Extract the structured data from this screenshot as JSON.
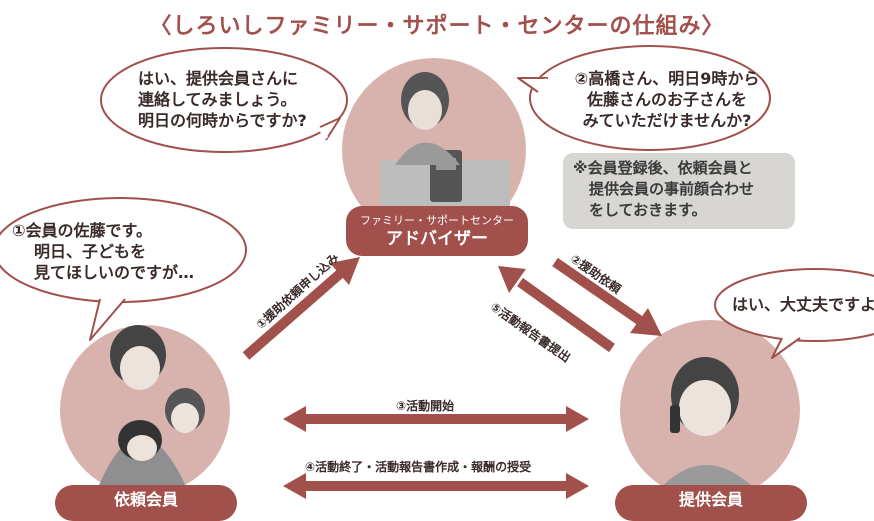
{
  "title": "〈しろいしファミリー・サポート・センターの仕組み〉",
  "bubbles": {
    "advisor": [
      "はい、提供会員さんに",
      "連絡してみましょう。",
      "明日の何時からですか?"
    ],
    "requester_call": [
      "②高橋さん、明日9時から",
      "佐藤さんのお子さんを",
      "みていただけませんか?"
    ],
    "requester": [
      "①会員の佐藤です。",
      "明日、子どもを",
      "見てほしいのですが…"
    ],
    "provider": "はい、大丈夫ですよ"
  },
  "note": [
    "※会員登録後、依頼会員と",
    "提供会員の事前顔合わせ",
    "をしておきます。"
  ],
  "center_role": {
    "sub": "ファミリー・サポートセンター",
    "main": "アドバイザー"
  },
  "requester_role": "依頼会員",
  "provider_role": "提供会員",
  "arrows": {
    "a1": "①援助依頼申し込み",
    "a2": "②援助依頼",
    "a5": "⑤活動報告書提出",
    "a3": "③活動開始",
    "a4": "④活動終了・活動報告書作成・報酬の授受"
  },
  "colors": {
    "accent": "#a1504b",
    "circle_fill": "#d8b3ad",
    "bubble_stroke": "#a1504b"
  }
}
